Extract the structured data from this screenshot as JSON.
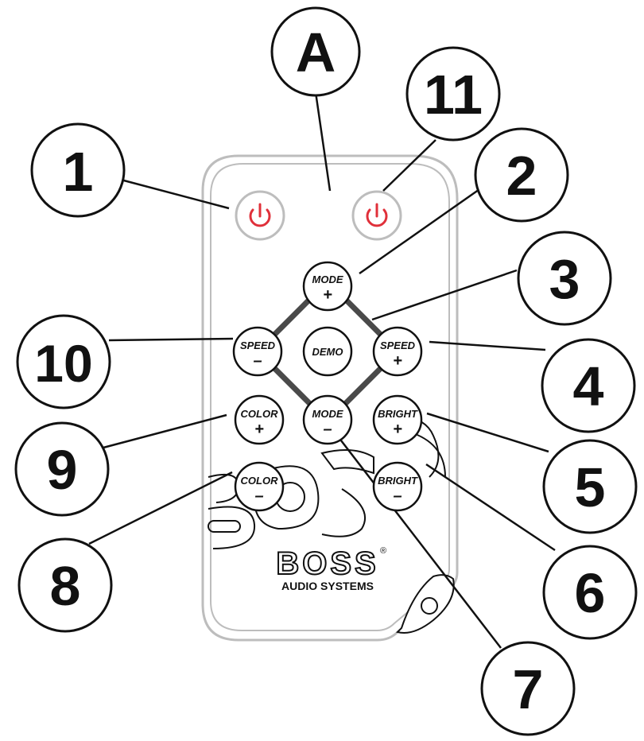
{
  "callouts": {
    "c1": "1",
    "c2": "2",
    "c3": "3",
    "c4": "4",
    "c5": "5",
    "c6": "6",
    "c7": "7",
    "c8": "8",
    "c9": "9",
    "c10": "10",
    "c11": "11",
    "cA": "A"
  },
  "buttons": {
    "mode_plus": {
      "top": "MODE",
      "bottom": "+"
    },
    "mode_minus": {
      "top": "MODE",
      "bottom": "–"
    },
    "speed_minus": {
      "top": "SPEED",
      "bottom": "–"
    },
    "speed_plus": {
      "top": "SPEED",
      "bottom": "+"
    },
    "demo": {
      "top": "DEMO"
    },
    "color_plus": {
      "top": "COLOR",
      "bottom": "+"
    },
    "color_minus": {
      "top": "COLOR",
      "bottom": "–"
    },
    "bright_plus": {
      "top": "BRIGHT",
      "bottom": "+"
    },
    "bright_minus": {
      "top": "BRIGHT",
      "bottom": "–"
    }
  },
  "logo": {
    "brand": "BOSS",
    "registered": "®",
    "subtitle": "AUDIO SYSTEMS"
  },
  "colors": {
    "power_red": "#e0303a",
    "outline": "#111111",
    "remote_gray": "#bdbdbd"
  },
  "icons": {
    "power": "power-icon"
  }
}
